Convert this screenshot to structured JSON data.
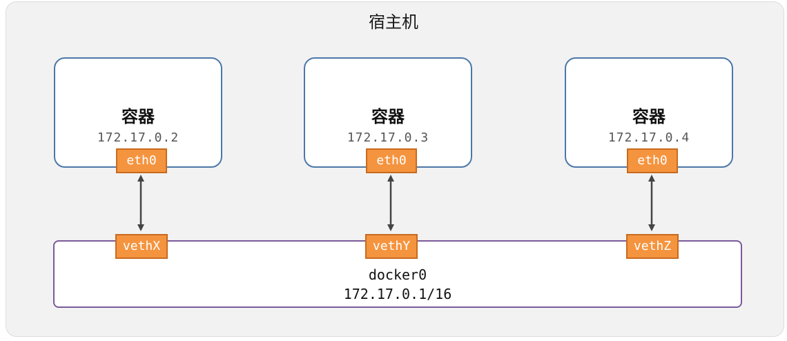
{
  "host": {
    "title": "宿主机"
  },
  "containers": [
    {
      "label": "容器",
      "ip": "172.17.0.2",
      "eth": "eth0",
      "veth": "vethX"
    },
    {
      "label": "容器",
      "ip": "172.17.0.3",
      "eth": "eth0",
      "veth": "vethY"
    },
    {
      "label": "容器",
      "ip": "172.17.0.4",
      "eth": "eth0",
      "veth": "vethZ"
    }
  ],
  "bridge": {
    "name": "docker0",
    "cidr": "172.17.0.1/16"
  },
  "colors": {
    "host_bg": "#f2f2f2",
    "container_border": "#4a77a8",
    "interface_fill": "#f5943f",
    "interface_border": "#c86a1e",
    "bridge_border": "#7a5a9a",
    "link": "#444444"
  }
}
